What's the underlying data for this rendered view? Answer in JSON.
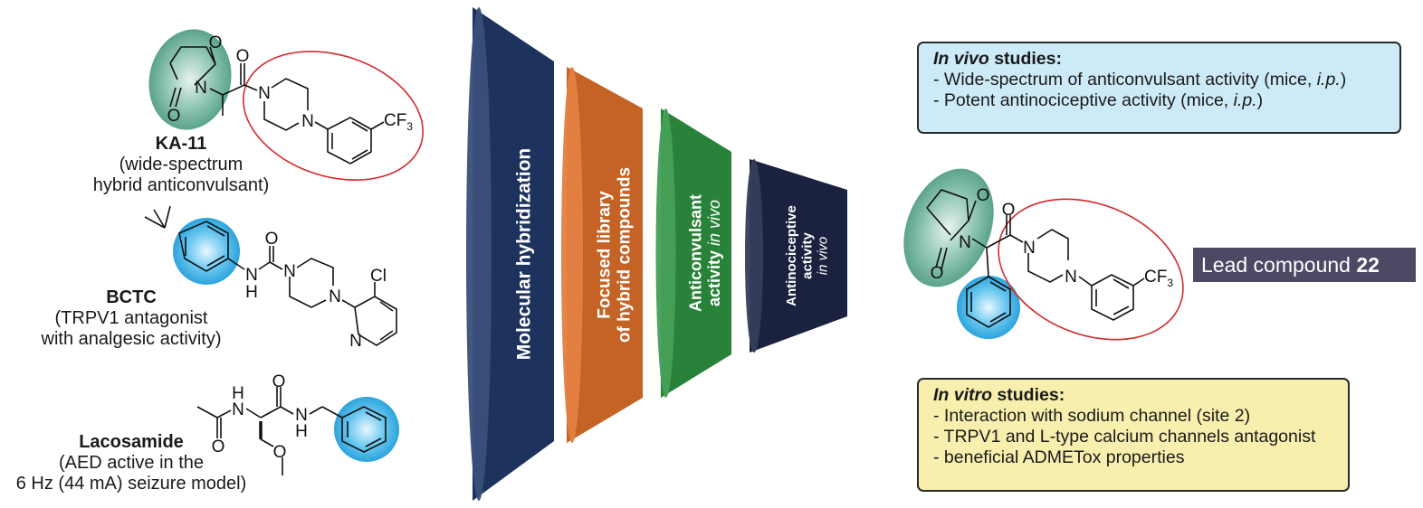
{
  "compounds": [
    {
      "name": "KA-11",
      "description_lines": [
        "(wide-spectrum",
        "hybrid anticonvulsant)"
      ],
      "labels": {
        "o1": "O",
        "o2": "O",
        "o3": "O",
        "n1": "N",
        "n2": "N",
        "n3": "N",
        "cf3": "CF",
        "sub3": "3"
      }
    },
    {
      "name": "BCTC",
      "description_lines": [
        "(TRPV1 antagonist",
        "with analgesic activity)"
      ],
      "labels": {
        "o1": "O",
        "nh_n": "N",
        "nh_h": "H",
        "n1": "N",
        "n2": "N",
        "npy": "N",
        "cl": "Cl"
      }
    },
    {
      "name": "Lacosamide",
      "description_lines": [
        "(AED active in the",
        "6 Hz (44 mA) seizure model)"
      ],
      "labels": {
        "o1": "O",
        "o2": "O",
        "o3": "O",
        "nh1_h": "H",
        "nh1_n": "N",
        "nh2_n": "N",
        "nh2_h": "H"
      }
    }
  ],
  "funnel": [
    {
      "lines": [
        "Molecular hybridization"
      ],
      "color": "#233a6b"
    },
    {
      "lines": [
        "Focused library",
        "of  hybrid compounds"
      ],
      "color": "#e0712b"
    },
    {
      "lines": [
        "Anticonvulsant",
        "activity |in vivo|"
      ],
      "color": "#2f9443"
    },
    {
      "lines": [
        "Antinociceptive",
        "activity",
        "|in vivo|"
      ],
      "color": "#1f2748"
    }
  ],
  "in_vivo_box": {
    "title_italic": "In vivo",
    "title_rest": " studies:",
    "items": [
      {
        "text": "- Wide-spectrum of anticonvulsant activity (mice, ",
        "italic": "i.p.",
        "tail": ")"
      },
      {
        "text": "- Potent antinociceptive activity (mice, ",
        "italic": "i.p.",
        "tail": ")"
      }
    ],
    "bg_color": "#cdeaf8"
  },
  "in_vitro_box": {
    "title_italic": "In vitro",
    "title_rest": " studies:",
    "items": [
      {
        "text": "- Interaction with sodium channel (site 2)"
      },
      {
        "text": "- TRPV1 and L-type calcium channels antagonist"
      },
      {
        "text": "- beneficial ADMETox properties"
      }
    ],
    "bg_color": "#f8eeae"
  },
  "lead_compound": {
    "label": "Lead compound ",
    "number": "22",
    "labels": {
      "o1": "O",
      "o2": "O",
      "o3": "O",
      "n1": "N",
      "n2": "N",
      "n3": "N",
      "cf3": "CF",
      "sub3": "3"
    }
  },
  "highlight_colors": {
    "succinimide": "#5fa893",
    "phenyl": "#2aa9e0",
    "piperazine_ring_outline": "#d42a2a"
  }
}
